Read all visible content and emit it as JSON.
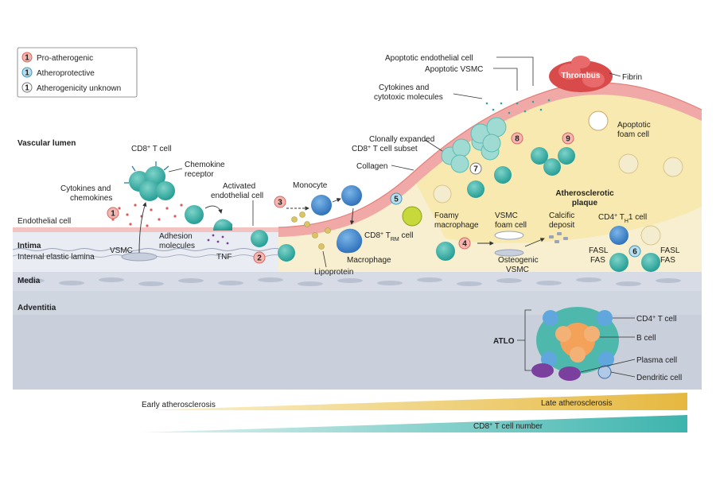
{
  "legend": {
    "pro": "Pro-atherogenic",
    "protective": "Atheroprotective",
    "unknown": "Atherogenicity unknown",
    "key_number": "1",
    "colors": {
      "pro": "#f4b6b0",
      "protective": "#b9dfee",
      "unknown": "#ffffff"
    }
  },
  "layers": {
    "lumen": "Vascular lumen",
    "endothelial": "Endothelial cell",
    "intima": "Intima",
    "iel": "Internal elastic lamina",
    "media": "Media",
    "adventitia": "Adventitia"
  },
  "labels": {
    "cd8_tcell": "CD8",
    "cd8_tcell_suffix": " T cell",
    "sup_plus": "+",
    "chemokine_receptor_1": "Chemokine",
    "chemokine_receptor_2": "receptor",
    "cytokines_chemokines_1": "Cytokines and",
    "cytokines_chemokines_2": "chemokines",
    "vsmc": "VSMC",
    "adhesion_1": "Adhesion",
    "adhesion_2": "molecules",
    "tnf": "TNF",
    "activated_ec_1": "Activated",
    "activated_ec_2": "endothelial cell",
    "monocyte": "Monocyte",
    "macrophage": "Macrophage",
    "lipoprotein": "Lipoprotein",
    "collagen": "Collagen",
    "clonal_1": "Clonally expanded",
    "clonal_2": " T cell subset",
    "cytokines_cytotoxic_1": "Cytokines and",
    "cytokines_cytotoxic_2": "cytotoxic molecules",
    "apoptotic_ec": "Apoptotic endothelial cell",
    "apoptotic_vsmc": "Apoptotic VSMC",
    "thrombus": "Thrombus",
    "fibrin": "Fibrin",
    "apoptotic_foam_1": "Apoptotic",
    "apoptotic_foam_2": "foam cell",
    "plaque_1": "Atherosclerotic",
    "plaque_2": "plaque",
    "foamy_mac_1": "Foamy",
    "foamy_mac_2": "macrophage",
    "trm_prefix": "CD8",
    "trm_mid": " T",
    "trm_sub": "RM",
    "trm_suffix": " cell",
    "vsmc_foam_1": "VSMC",
    "vsmc_foam_2": "foam cell",
    "calcific_1": "Calcific",
    "calcific_2": "deposit",
    "osteogenic_1": "Osteogenic",
    "osteogenic_2": "VSMC",
    "th1_prefix": "CD4",
    "th1_mid": " T",
    "th1_sub": "H",
    "th1_suffix": "1 cell",
    "fasl": "FASL",
    "fas": "FAS",
    "atlo": "ATLO",
    "cd4_tcell": "CD4",
    "b_cell": "B cell",
    "plasma_cell": "Plasma cell",
    "dendritic_cell": "Dendritic cell"
  },
  "markers": [
    {
      "n": "1",
      "kind": "pro"
    },
    {
      "n": "2",
      "kind": "pro"
    },
    {
      "n": "3",
      "kind": "pro"
    },
    {
      "n": "4",
      "kind": "pro"
    },
    {
      "n": "5",
      "kind": "protective"
    },
    {
      "n": "6",
      "kind": "protective"
    },
    {
      "n": "7",
      "kind": "unknown"
    },
    {
      "n": "8",
      "kind": "pro"
    },
    {
      "n": "9",
      "kind": "pro"
    }
  ],
  "timeline": {
    "early": "Early atherosclerosis",
    "late": "Late atherosclerosis",
    "cd8_number": "CD8",
    "cd8_number_suffix": " T cell number"
  }
}
